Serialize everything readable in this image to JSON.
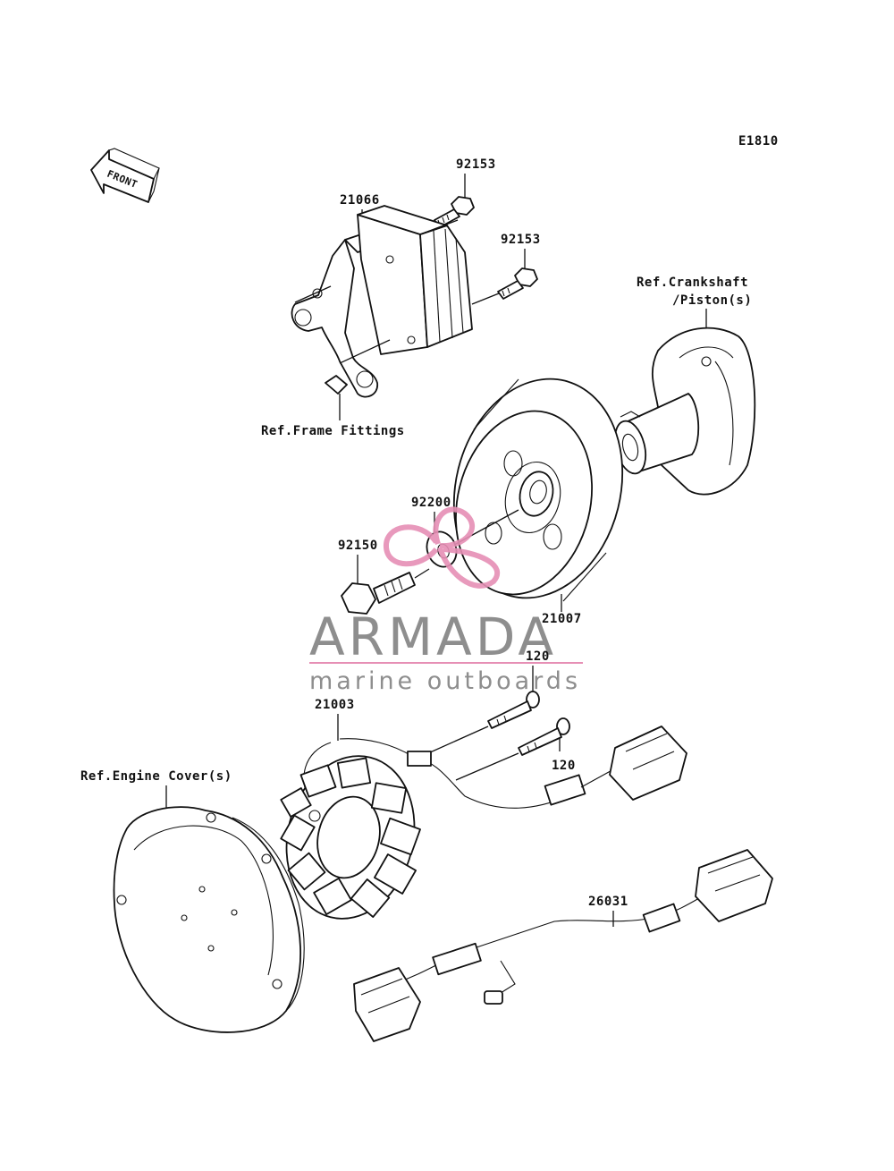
{
  "diagram_code": "E1810",
  "front_label": "FRONT",
  "parts": {
    "bolt_92153_top": "92153",
    "bolt_92153_mid": "92153",
    "regulator_21066": "21066",
    "washer_92200": "92200",
    "bolt_92150": "92150",
    "rotor_21007": "21007",
    "bolt_120_top": "120",
    "bolt_120_lower": "120",
    "stator_21003": "21003",
    "lead_26031": "26031"
  },
  "references": {
    "crankshaft_line1": "Ref.Crankshaft",
    "crankshaft_line2": "/Piston(s)",
    "frame_fittings": "Ref.Frame Fittings",
    "engine_cover": "Ref.Engine Cover(s)"
  },
  "watermark": {
    "brand": "ARMADA",
    "tagline": "marine outboards",
    "colors": {
      "text": "#8e8e8e",
      "accent": "#e68fb5"
    }
  }
}
